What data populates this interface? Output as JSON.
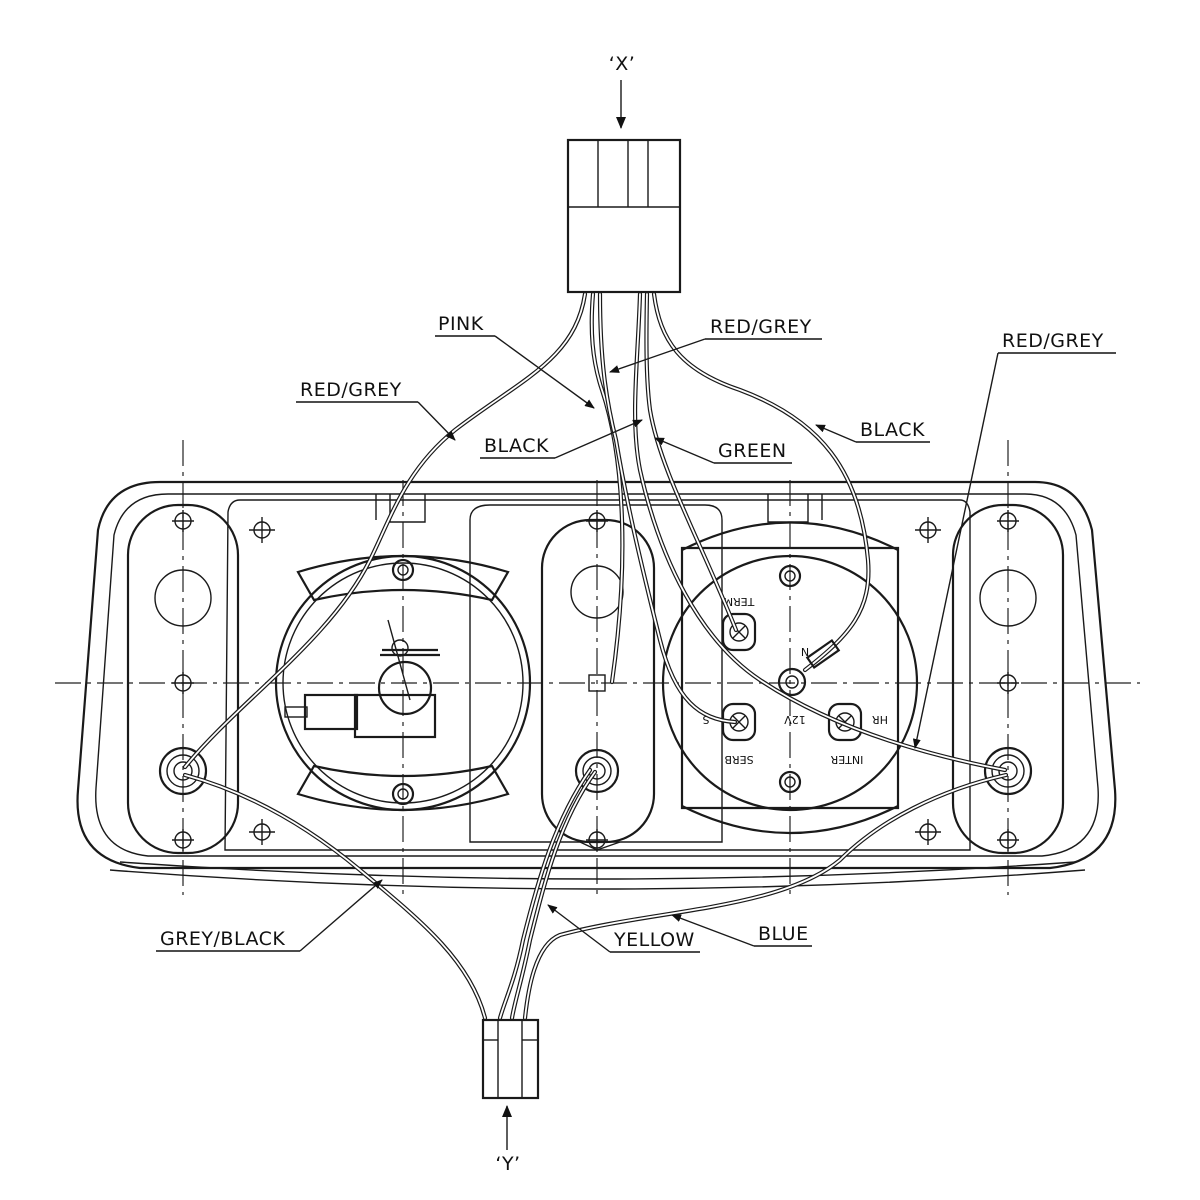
{
  "connectors": {
    "top": {
      "label": "‘X’"
    },
    "bottom": {
      "label": "‘Y’"
    }
  },
  "wires": {
    "pink": "PINK",
    "red_grey_center": "RED/GREY",
    "red_grey_left": "RED/GREY",
    "red_grey_right": "RED/GREY",
    "black_center": "BLACK",
    "black_right": "BLACK",
    "green": "GREEN",
    "grey_black": "GREY/BLACK",
    "yellow": "YELLOW",
    "blue": "BLUE"
  },
  "terminals": {
    "term": "TERM",
    "n": "N",
    "s": "S",
    "serb": "SERB",
    "v12": "12V",
    "hr": "HR",
    "inter": "INTER"
  }
}
